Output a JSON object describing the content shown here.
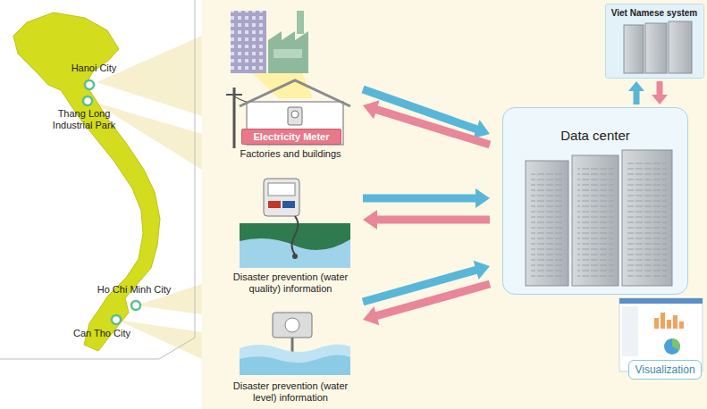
{
  "diagram": {
    "nodes": [
      {
        "text": [
          "Factories and buildings"
        ]
      },
      {
        "text": [
          "Electricity Meter"
        ],
        "in": 0
      },
      {
        "text": [
          "Disaster prevention (water quality) information"
        ]
      },
      {
        "text": [
          "Disaster prevention (water level) information"
        ]
      },
      {
        "text": [
          "Data center"
        ]
      },
      {
        "text": [
          "Viet Namese system"
        ]
      },
      {
        "text": [
          "Visualization"
        ]
      }
    ],
    "edges": [
      {
        "from": 0,
        "to": 4,
        "arrow": "to"
      },
      {
        "from": 4,
        "to": 0,
        "arrow": "to"
      },
      {
        "from": 2,
        "to": 4,
        "arrow": "to"
      },
      {
        "from": 4,
        "to": 2,
        "arrow": "to"
      },
      {
        "from": 3,
        "to": 4,
        "arrow": "to"
      },
      {
        "from": 4,
        "to": 3,
        "arrow": "to"
      },
      {
        "from": 4,
        "to": 5,
        "arrow": "to"
      },
      {
        "from": 5,
        "to": 4,
        "arrow": "to"
      }
    ],
    "labels": [
      "Hanoi City",
      "Thang Long Industrial Park",
      "Ho Chi Minh City",
      "Can Tho City"
    ]
  }
}
